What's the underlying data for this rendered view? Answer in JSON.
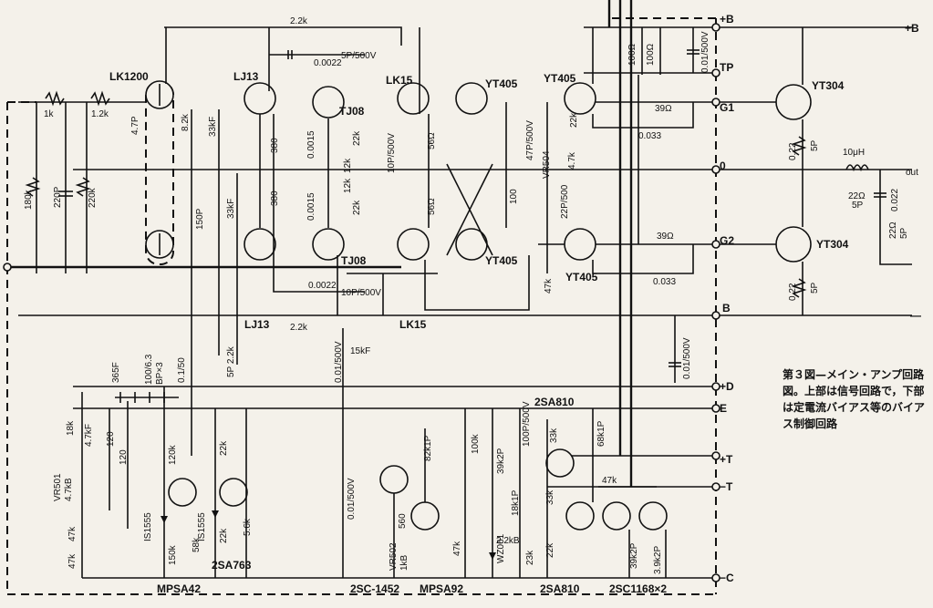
{
  "caption": "第３図—メイン・アンプ回路図。上部は信号回路で，下部は定電流バイアス等のバイアス制御回路",
  "rails": {
    "plus_b": "+B",
    "plus_b_right": "+B",
    "tp": "TP",
    "g1": "G1",
    "zero": "0",
    "out": "out",
    "g2": "G2",
    "b": "B",
    "minus": "—",
    "plus_d": "+D",
    "e": "E",
    "plus_t": "+T",
    "minus_t": "−T",
    "minus_c": "−C"
  },
  "devices": {
    "lk1200": "LK1200",
    "lj13_top": "LJ13",
    "lj13_bottom": "LJ13",
    "tj08_top": "TJ08",
    "tj08_bottom": "TJ08",
    "lk15_top": "LK15",
    "lk15_bottom": "LK15",
    "yt405_a": "YT405",
    "yt405_b": "YT405",
    "yt405_c": "YT405",
    "yt405_d": "YT405",
    "yt304_top": "YT304",
    "yt304_bottom": "YT304",
    "sa810_top": "2SA810",
    "sa810_bottom": "2SA810",
    "mpsa42": "MPSA42",
    "sa763": "2SA763",
    "sc1452": "2SC-1452",
    "mpsa92": "MPSA92",
    "sc1168": "2SC1168×2",
    "is1555_a": "IS1555",
    "is1555_b": "IS1555",
    "wz061": "WZ061"
  },
  "components": {
    "r_1k": "1k",
    "r_1_2k": "1.2k",
    "r_180k": "180k",
    "c_220p": "220P",
    "r_220k": "220k",
    "c_4_7p": "4.7P",
    "c_150p": "150P",
    "r_8_2k": "8.2k",
    "r_33kf_top": "33kF",
    "r_33kf_mid": "33kF",
    "r_2_2k_top": "2.2k",
    "c_0_0022_top": "0.0022",
    "c_5p500v": "5P/500V",
    "r_380_a": "380",
    "r_380_b": "380",
    "c_0_0015_a": "0.0015",
    "c_0_0015_b": "0.0015",
    "r_22k_a": "22k",
    "r_12k_a": "12k",
    "r_12k_b": "12k",
    "r_22k_b": "22k",
    "c_10p500v_top": "10P/500V",
    "r_56_a": "56Ω",
    "r_56_b": "56Ω",
    "c_0_0022_bot": "0.0022",
    "c_10p500v_bot": "10P/500V",
    "r_2_2k_bot": "2.2k",
    "r_15kf": "15kF",
    "c_47p500v": "47P/500V",
    "r_22k_c": "22k",
    "vr504": "VR504",
    "r_4_7k_vr": "4.7k",
    "r_100": "100",
    "c_22p500": "22P/500",
    "r_47k_a": "47k",
    "r_100_a": "100Ω",
    "r_100_b": "100Ω",
    "c_0_01_500v_top": "0.01/500V",
    "r_39_a": "39Ω",
    "c_0_033_a": "0.033",
    "r_39_b": "39Ω",
    "c_0_033_b": "0.033",
    "r_0_22_a": "0.22",
    "r_5p_a": "5P",
    "r_0_22_b": "0.22",
    "r_5p_b": "5P",
    "l_10uh": "10μH",
    "r_22_a": "22Ω",
    "r_5p_c": "5P",
    "c_0_022": "0.022",
    "r_22_b": "22Ω",
    "r_5p_d": "5P",
    "c_0_01_500v_mid": "0.01/500V",
    "c_0_01_500v_left": "0.01/500V",
    "c_0_01_500v_low": "0.01/500V",
    "r_5p_22k": "5P 2.2k",
    "r_365f": "365F",
    "c_100_6_3": "100/6.3",
    "c_bp_x3": "BP×3",
    "c_0_1_50": "0.1/50",
    "r_18k": "18k",
    "r_4_7kf": "4.7kF",
    "r_120_a": "120",
    "r_120_b": "120",
    "r_120k": "120k",
    "r_22k_d": "22k",
    "vr501": "VR501",
    "vr501_val": "4.7kB",
    "r_47k_b": "47k",
    "r_47k_c": "47k",
    "r_150k": "150k",
    "r_58k": "58k",
    "r_22k_e": "22k",
    "r_5_6k": "5.6k",
    "r_82k1p": "82k1P",
    "r_560": "560",
    "vr502": "VR502",
    "vr502_val": "1kB",
    "r_100k": "100k",
    "c_100p500v": "100P/500V",
    "r_39k2p_a": "39k2P",
    "r_18k1p": "18k1P",
    "r_47k_d": "47k",
    "r_2_2kb": "2.2kB",
    "r_23k": "23k",
    "r_33k_a": "33k",
    "r_68k1p": "68k1P",
    "r_47k_e": "47k",
    "r_33k_b": "33k",
    "r_22k_f": "22k",
    "r_39k2p_b": "39k2P",
    "r_3_9k2p": "3.9k2P"
  }
}
